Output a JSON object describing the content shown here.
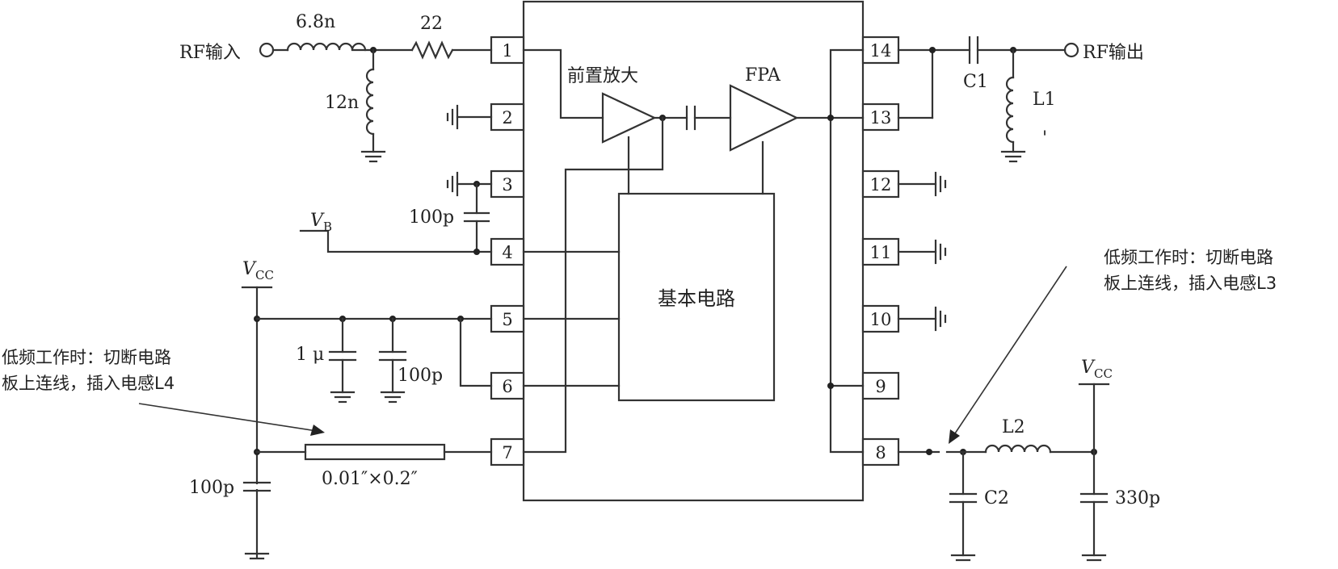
{
  "schematic": {
    "rf_in_label": "RF输入",
    "rf_out_label": "RF输出",
    "ind_in_series": "6.8n",
    "res_in": "22",
    "ind_in_shunt": "12n",
    "cap_pin3": "100p",
    "vb_main": "V",
    "vb_sub": "B",
    "vcc_left_main": "V",
    "vcc_left_sub": "CC",
    "vcc_right_main": "V",
    "vcc_right_sub": "CC",
    "cap_1u": "1 μ",
    "cap_100p_mid": "100p",
    "cap_100p_left": "100p",
    "stripline": "0.01″×0.2″",
    "note_left_line1": "低频工作时：切断电路",
    "note_left_line2": "板上连线，插入电感L4",
    "note_right_line1": "低频工作时：切断电路",
    "note_right_line2": "板上连线，插入电感L3",
    "preamp_label": "前置放大",
    "fpa_label": "FPA",
    "core_label": "基本电路",
    "c1_label": "C1",
    "l1_label": "L1",
    "l2_label": "L2",
    "c2_label": "C2",
    "cap_330p": "330p",
    "tick_mark": "'"
  },
  "pins_left": [
    "1",
    "2",
    "3",
    "4",
    "5",
    "6",
    "7"
  ],
  "pins_right": [
    "14",
    "13",
    "12",
    "11",
    "10",
    "9",
    "8"
  ]
}
